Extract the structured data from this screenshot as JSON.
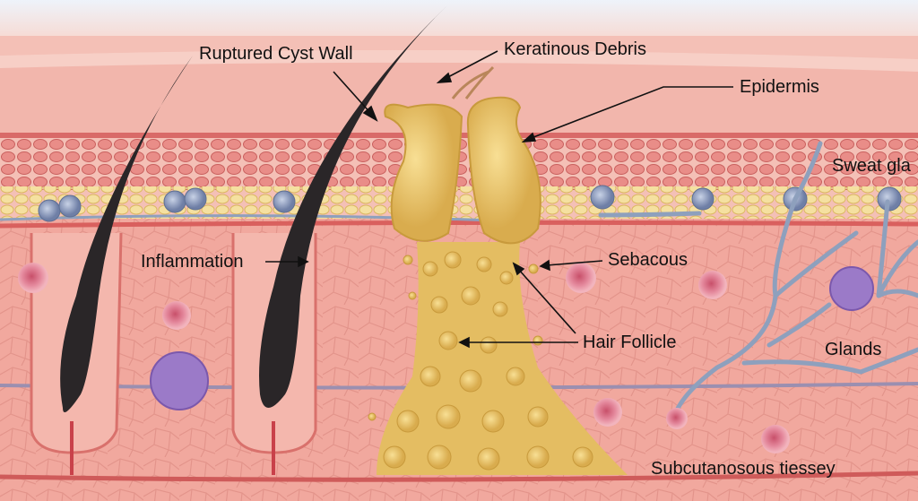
{
  "title": "Ruptured epidermoid cyst skin cross-section",
  "labels": {
    "ruptured_cyst_wall": "Ruptured Cyst Wall",
    "keratinous_debris": "Keratinous Debris",
    "epidermis": "Epidermis",
    "sweat_glands_top": "Sweat gla",
    "inflammation": "Inflammation",
    "sebacous": "Sebacous",
    "hair_follicle": "Hair Follicle",
    "glands": "Glands",
    "subcutaneous": "Subcutanosous tiessey"
  },
  "colors": {
    "epidermis": "#f2b6ac",
    "cell_layer": "#e3807c",
    "fat_band": "#f1d78e",
    "dermis": "#f1a89e",
    "debris": "#eccb6e",
    "hair": "#2a2628",
    "vessel": "#8ea0bd",
    "inflammatory_cell": "#9b7ac8"
  }
}
